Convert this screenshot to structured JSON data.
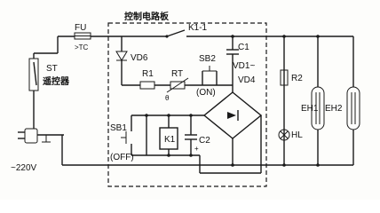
{
  "title": "控制电路板",
  "labels": {
    "fu": "FU",
    "fu_temp": ">TC",
    "k1_1": "K1-1",
    "vd6": "VD6",
    "r1": "R1",
    "rt": "RT",
    "theta": "θ",
    "sb2": "SB2",
    "on": "(ON)",
    "c1": "C1",
    "vd1_vd4_top": "VD1~",
    "vd1_vd4_bot": "VD4",
    "sb1": "SB1",
    "off": "(OFF)",
    "k1": "K1",
    "c2": "C2",
    "plus": "+",
    "st": "ST",
    "st_name": "遥控器",
    "voltage": "~220V",
    "r2": "R2",
    "hl": "HL",
    "eh1": "EH1",
    "eh2": "EH2"
  }
}
